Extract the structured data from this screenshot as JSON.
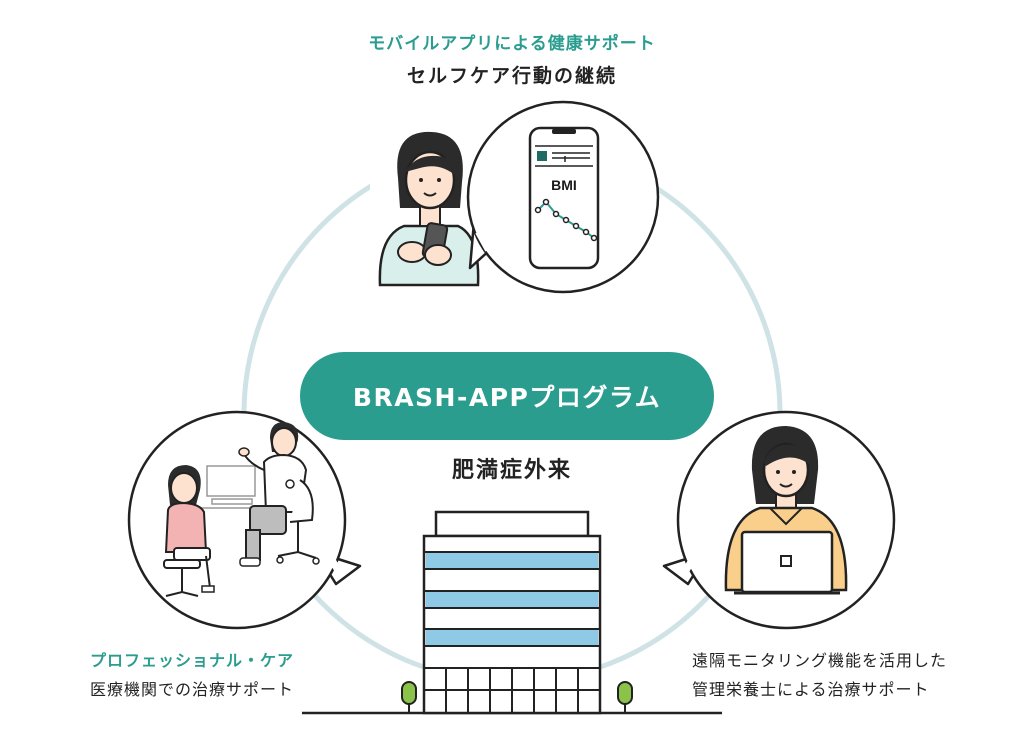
{
  "top": {
    "caption_accent": "モバイルアプリによる健康サポート",
    "caption_main": "セルフケア行動の継続",
    "phone_label": "BMI"
  },
  "center": {
    "program_label": "BRASH-APPプログラム",
    "clinic_label": "肥満症外来"
  },
  "left": {
    "caption_accent": "プロフェッショナル・ケア",
    "caption_main": "医療機関での治療サポート"
  },
  "right": {
    "caption_line1": "遠隔モニタリング機能を活用した",
    "caption_line2": "管理栄養士による治療サポート"
  },
  "colors": {
    "accent": "#2a9d8f",
    "ring": "#cfe3e6",
    "window_blue": "#8ecae6",
    "skin": "#fde3cf",
    "hair": "#2b2b2b",
    "shirt_mint": "#d8efec",
    "shirt_orange": "#f9cf8b",
    "shirt_pink": "#f3b3b3",
    "tree": "#8bc34a"
  },
  "icons": [
    "smartphone-icon",
    "laptop-icon",
    "hospital-building-icon",
    "tree-icon"
  ]
}
